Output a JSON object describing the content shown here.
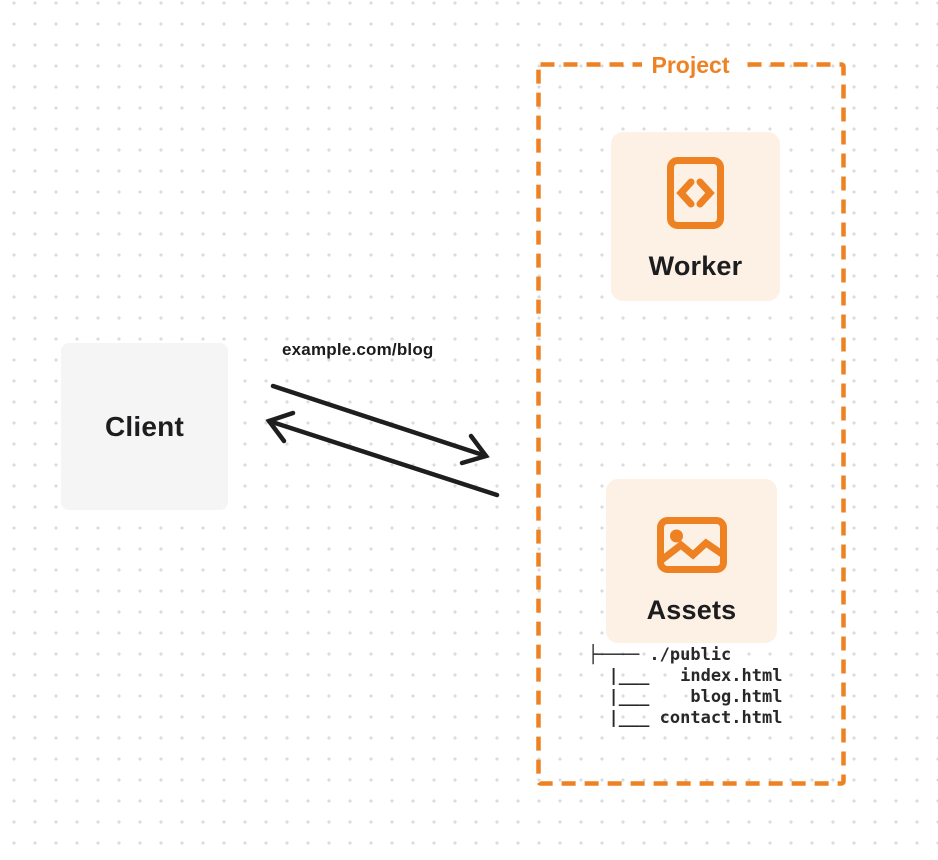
{
  "diagram": {
    "client_label": "Client",
    "request_label": "example.com/blog",
    "project_label": "Project",
    "worker_label": "Worker",
    "assets_label": "Assets",
    "file_tree": [
      "├──── ./public",
      "  |___   index.html",
      "  |___    blog.html",
      "  |___ contact.html"
    ],
    "icons": {
      "worker": "code-icon",
      "assets": "image-icon"
    },
    "colors": {
      "accent_orange": "#EE8122",
      "card_background": "#FCF1E4",
      "client_background": "#F5F5F5",
      "arrow_black": "#1E1E1E",
      "dot_grid": "#DBDBDB",
      "text_dark": "#1D1D1F"
    }
  }
}
